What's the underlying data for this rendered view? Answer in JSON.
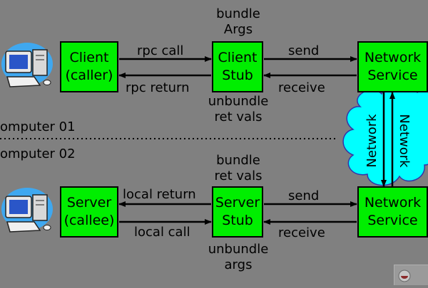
{
  "boxes": {
    "client": [
      "Client",
      "(caller)"
    ],
    "client_stub": [
      "Client",
      "Stub"
    ],
    "network_top": [
      "Network",
      "Service"
    ],
    "server": [
      "Server",
      "(callee)"
    ],
    "server_stub": [
      "Server",
      "Stub"
    ],
    "network_bottom": [
      "Network",
      "Service"
    ]
  },
  "labels": {
    "bundle_args": [
      "bundle",
      "Args"
    ],
    "rpc_call": "rpc call",
    "rpc_return": "rpc return",
    "send_top": "send",
    "receive_top": "receive",
    "unbundle_ret_vals": [
      "unbundle",
      "ret vals"
    ],
    "computer_01": "omputer 01",
    "computer_02": "omputer 02",
    "bundle_ret_vals": [
      "bundle",
      "ret vals"
    ],
    "local_return": "local return",
    "local_call": "local call",
    "send_bottom": "send",
    "receive_bottom": "receive",
    "unbundle_args": [
      "unbundle",
      "args"
    ],
    "network_cloud_1": "Network",
    "network_cloud_2": "Network"
  },
  "colors": {
    "background": "#808080",
    "box_fill": "#00ee00",
    "cloud_fill": "#00ffff",
    "line": "#000000"
  },
  "icons": [
    "computer-icon-top",
    "computer-icon-bottom",
    "network-cloud-icon",
    "presenter-logo-icon"
  ]
}
